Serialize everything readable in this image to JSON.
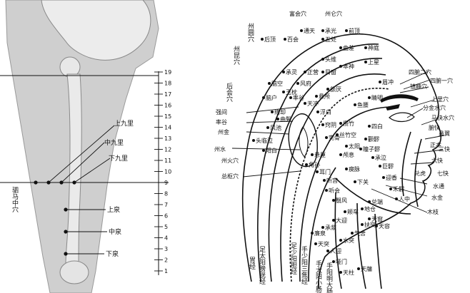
{
  "leg": {
    "scale_ticks": [
      "1",
      "2",
      "3",
      "4",
      "5",
      "6",
      "7",
      "8",
      "9",
      "10",
      "11",
      "12",
      "13",
      "14",
      "15",
      "16",
      "17",
      "18",
      "19"
    ],
    "labels": {
      "upper_jiuli": "上九里",
      "middle_jiuli": "中九里",
      "lower_jiuli": "下九里",
      "sima_zhong": "驷马中穴",
      "upper_quan": "上泉",
      "middle_quan": "中泉",
      "lower_quan": "下泉"
    }
  },
  "head": {
    "top": [
      "州圆穴",
      "富会穴",
      "州仑穴"
    ],
    "left_vertical": [
      "州昆穴",
      "后会穴",
      "州火穴"
    ],
    "scalp": [
      "后顶",
      "百会",
      "通天",
      "承光",
      "前顶",
      "五处",
      "曲差",
      "神庭",
      "上星",
      "头维",
      "本神",
      "目窗",
      "正营",
      "承灵",
      "脑空",
      "脑户",
      "风府",
      "玉枕",
      "络却",
      "曲鬓",
      "率谷",
      "天冲",
      "浮白",
      "窍阴",
      "完骨",
      "风池",
      "头临泣",
      "阳白",
      "攒竹",
      "丝竹空",
      "太阳",
      "瞳子髎",
      "睛明",
      "鱼腰",
      "眉冲",
      "颔厌",
      "悬颅",
      "悬厘",
      "角孙",
      "耳门",
      "听宫",
      "听会",
      "翳风",
      "颅息",
      "瘈脉",
      "下关",
      "颧髎",
      "四白",
      "承泣",
      "巨髎",
      "迎香",
      "禾髎",
      "人中",
      "兑端",
      "地仓",
      "颊车",
      "大迎",
      "承浆",
      "廉泉",
      "天突",
      "人迎",
      "水突",
      "气舍",
      "扶突",
      "天窗",
      "天容",
      "天牖",
      "天柱",
      "哑门"
    ],
    "right_points": [
      "四腑二穴",
      "四腑一穴",
      "镇静穴",
      "上里穴",
      "分金水穴",
      "马快水穴",
      "腑快",
      "鼻翼",
      "正本",
      "三快",
      "六快",
      "七快",
      "水通",
      "水金",
      "木枝",
      "兑虎"
    ],
    "left_points": [
      "强间",
      "率谷",
      "州金",
      "总枢穴",
      "州水"
    ],
    "lower_vertical": [
      "胃经",
      "足太阳膀胱经",
      "足少阳胆经",
      "手少阳三焦经",
      "手太阳小肠经",
      "手阳明大肠经"
    ]
  }
}
